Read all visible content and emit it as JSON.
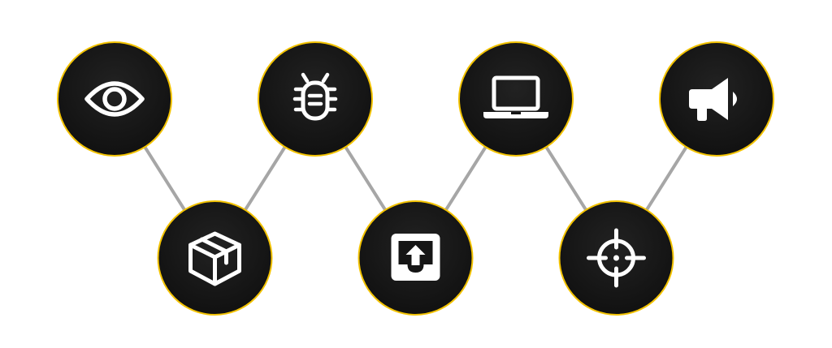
{
  "colors": {
    "background": "#ffffff",
    "node_fill": "#151515",
    "node_ring": "#f2c200",
    "connector": "#a6a6a6",
    "icon": "#ffffff"
  },
  "nodes": [
    {
      "icon": "eye-icon",
      "row": "top"
    },
    {
      "icon": "package-box-icon",
      "row": "bottom"
    },
    {
      "icon": "bug-icon",
      "row": "top"
    },
    {
      "icon": "inbox-upload-icon",
      "row": "bottom"
    },
    {
      "icon": "laptop-icon",
      "row": "top"
    },
    {
      "icon": "crosshair-target-icon",
      "row": "bottom"
    },
    {
      "icon": "megaphone-icon",
      "row": "top"
    }
  ],
  "connections": [
    [
      0,
      1
    ],
    [
      1,
      2
    ],
    [
      2,
      3
    ],
    [
      3,
      4
    ],
    [
      4,
      5
    ],
    [
      5,
      6
    ]
  ]
}
